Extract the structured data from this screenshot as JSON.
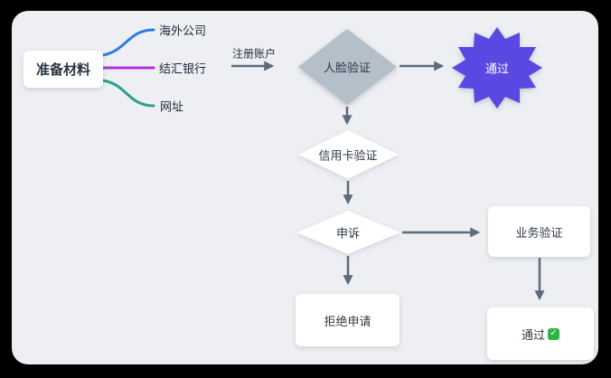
{
  "frame": {
    "background": "#000000",
    "canvas_background": "#edeff3"
  },
  "palette": {
    "connector_color": "#5d6b7b",
    "text_dark": "#303a46",
    "node_fill": "#ffffff"
  },
  "mindmap": {
    "root": {
      "label": "准备材料"
    },
    "branches": [
      {
        "label": "海外公司",
        "line_color": "#2e7de0"
      },
      {
        "label": "结汇银行",
        "line_color": "#b331d8"
      },
      {
        "label": "网址",
        "line_color": "#2aa18c"
      }
    ]
  },
  "flow": {
    "edge_label": "注册账户",
    "nodes": {
      "face_verification": {
        "label": "人脸验证",
        "shape": "diamond",
        "fill": "#b4bfc9"
      },
      "pass_star": {
        "label": "通过",
        "shape": "star",
        "fill": "#5948e1",
        "text_color": "#ffffff"
      },
      "credit_card_verification": {
        "label": "信用卡验证",
        "shape": "diamond",
        "fill": "#ffffff"
      },
      "appeal": {
        "label": "申诉",
        "shape": "diamond",
        "fill": "#ffffff"
      },
      "business_verification": {
        "label": "业务验证",
        "shape": "rect",
        "fill": "#ffffff"
      },
      "pass_final": {
        "label": "通过",
        "shape": "rect",
        "fill": "#ffffff",
        "check_icon": "✓"
      },
      "reject": {
        "label": "拒绝申请",
        "shape": "rect",
        "fill": "#ffffff"
      }
    }
  }
}
